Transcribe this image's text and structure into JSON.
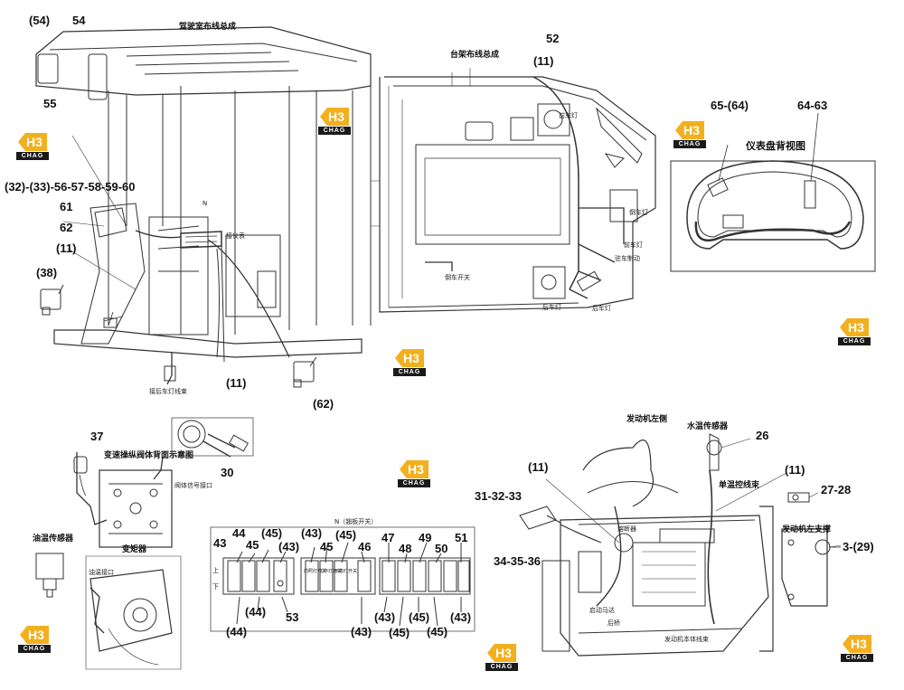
{
  "brand": {
    "logo_text": "CHAG",
    "logo_mark": "H3",
    "accent": "#f2b01e"
  },
  "captions": {
    "cab_harness": "驾驶室布线总成",
    "frame_harness": "台架布线总成",
    "dash_back_view": "仪表盘背视图",
    "gearbox_diagram": "变速操纵阀体背面示意图",
    "gearbox_port": "阀体信号接口",
    "torque_converter": "变矩器",
    "oil_temp_port": "油温接口",
    "oil_sensor": "油温传感器",
    "engine_left": "发动机左侧",
    "water_temp_sensor": "水温传感器",
    "single_temp_harness": "单温控线束",
    "engine_left_bracket": "发动机左支撑",
    "switch_group_n": "N（翘板开关）",
    "up_label": "上",
    "down_label": "下",
    "frame_note_1": "前车灯",
    "frame_note_2": "倒车灯",
    "frame_note_3": "前车灯",
    "frame_note_4": "驻车制动",
    "frame_note_5": "后车灯",
    "frame_note_6": "倒车开关",
    "frame_note_7": "后车灯",
    "cab_note_1": "接后车灯线束",
    "cab_note_2": "接仪表",
    "cab_note_3": "N",
    "engine_note_1": "熔断器",
    "engine_note_2": "启动马达",
    "engine_note_3": "后桥",
    "engine_note_4": "发动机本体线束",
    "switch_label_1": "前照灯开关",
    "switch_label_2": "工作灯开关",
    "switch_label_3": "示廓灯开关"
  },
  "callouts": {
    "c54p": "(54)",
    "c54": "54",
    "c55": "55",
    "c32": "(32)-(33)-56-57-58-59-60",
    "c61": "61",
    "c62": "62",
    "c11a": "(11)",
    "c38": "(38)",
    "c11b": "(11)",
    "c62b": "(62)",
    "c52": "52",
    "c11c": "(11)",
    "c6564": "65-(64)",
    "c6463": "64-63",
    "c37": "37",
    "c30": "30",
    "c43a": "43",
    "c44a": "44",
    "c45a": "45",
    "c45b": "(45)",
    "c43b": "(43)",
    "c43c": "(43)",
    "c45c": "45",
    "c45d": "(45)",
    "c46": "46",
    "c44b": "(44)",
    "c44c": "(44)",
    "c53": "53",
    "c43d": "(43)",
    "c47": "47",
    "c48": "48",
    "c49": "49",
    "c50": "50",
    "c51": "51",
    "c43e": "(43)",
    "c45e": "(45)",
    "c45f": "(45)",
    "c45g": "(45)",
    "c43f": "(43)",
    "c11d": "(11)",
    "c313233": "31-32-33",
    "c343536": "34-35-36",
    "c26": "26",
    "c11e": "(11)",
    "c2728": "27-28",
    "c329": "3-(29)"
  }
}
